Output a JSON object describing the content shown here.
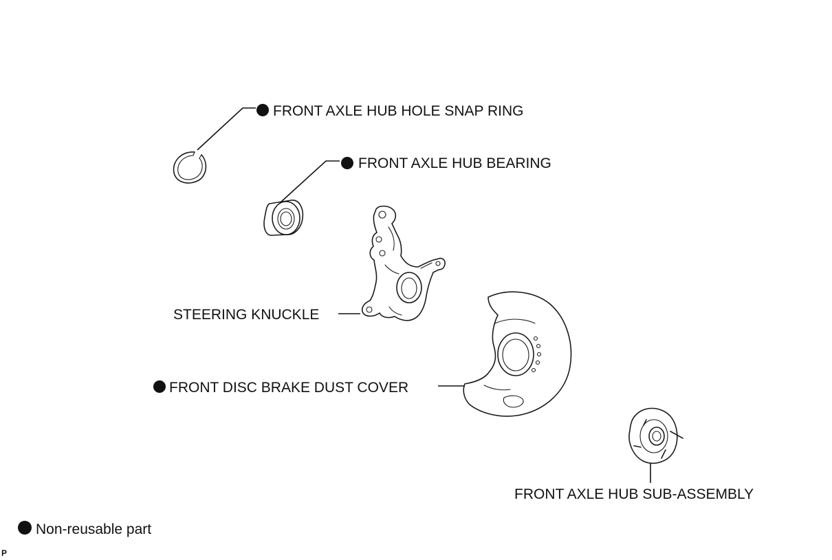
{
  "diagram": {
    "labels": {
      "snap_ring": "FRONT AXLE HUB HOLE SNAP RING",
      "bearing": "FRONT AXLE HUB BEARING",
      "knuckle": "STEERING KNUCKLE",
      "dust_cover": "FRONT DISC BRAKE DUST COVER",
      "hub": "FRONT AXLE HUB SUB-ASSEMBLY"
    },
    "legend": {
      "text": "Non-reusable part"
    },
    "corner_mark": "P"
  }
}
